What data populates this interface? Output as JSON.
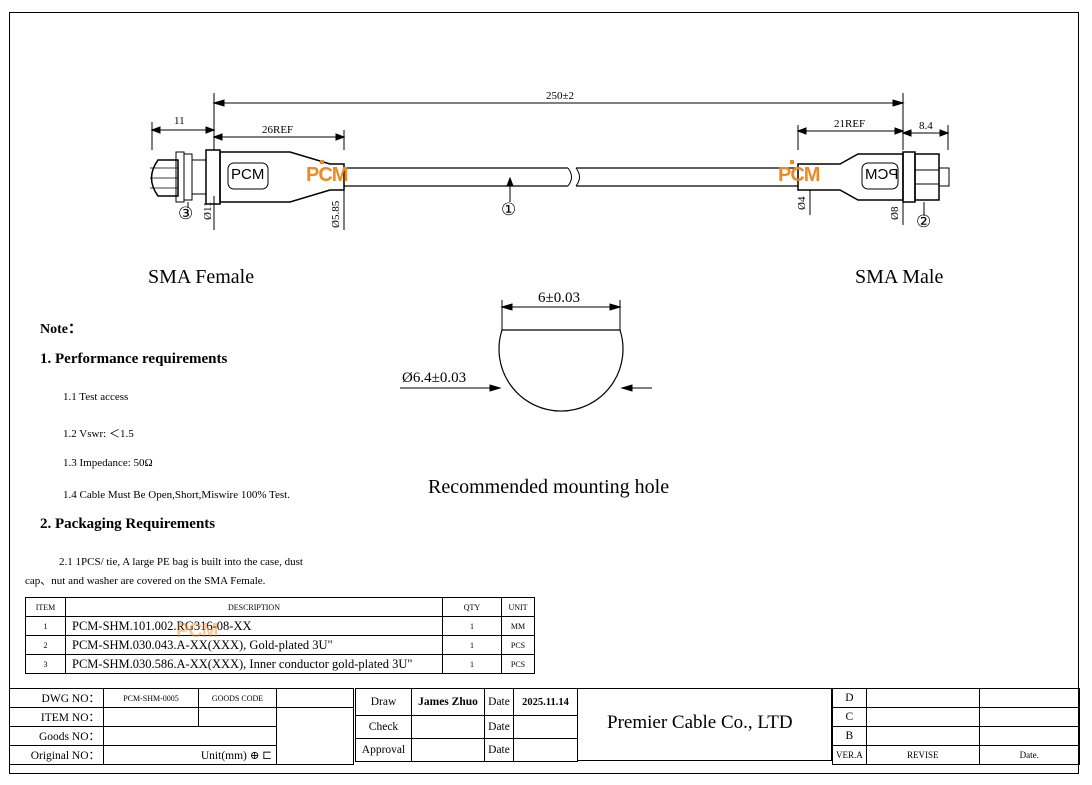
{
  "drawing": {
    "overall_length": "250±2",
    "dim_left_11": "11",
    "dim_26ref": "26REF",
    "dim_21ref": "21REF",
    "dim_8_4": "8.4",
    "dia_11": "Ø11",
    "dia_5_85": "Ø5.85",
    "dia_4": "Ø4",
    "dia_8": "Ø8",
    "balloon_1": "①",
    "balloon_2": "②",
    "balloon_3": "③",
    "connector_body_mark": "PCM",
    "logo_text": "PCM",
    "left_label": "SMA Female",
    "right_label": "SMA Male"
  },
  "hole": {
    "width_dim": "6±0.03",
    "dia_dim": "Ø6.4±0.03",
    "caption": "Recommended mounting hole"
  },
  "notes": {
    "title": "Note：",
    "sec1": "1.    Performance requirements",
    "items1": [
      "1.1 Test access",
      "1.2 Vswr: ＜1.5",
      "1.3 Impedance: 50Ω",
      "1.4 Cable Must Be Open,Short,Miswire 100% Test."
    ],
    "sec2": "2.    Packaging Requirements",
    "pack_line1": "2.1 1PCS/ tie, A large PE bag is built into the case, dust",
    "pack_line2": "cap、nut and washer are covered on the SMA Female."
  },
  "bom": {
    "headers": [
      "ITEM",
      "DESCRIPTION",
      "QTY",
      "UNIT"
    ],
    "rows": [
      {
        "item": "1",
        "desc": "PCM-SHM.101.002.RG316-08-XX",
        "qty": "1",
        "unit": "MM"
      },
      {
        "item": "2",
        "desc": "PCM-SHM.030.043.A-XX(XXX), Gold-plated 3U\"",
        "qty": "1",
        "unit": "PCS"
      },
      {
        "item": "3",
        "desc": "PCM-SHM.030.586.A-XX(XXX), Inner conductor gold-plated 3U\"",
        "qty": "1",
        "unit": "PCS"
      }
    ]
  },
  "title_block": {
    "dwg_no_label": "DWG NO：",
    "dwg_no": "PCM-SHM-0005",
    "goods_code_label": "GOODS CODE",
    "item_no_label": "ITEM NO：",
    "goods_no_label": "Goods NO：",
    "original_no_label": "Original NO：",
    "unit_label": "Unit(mm)",
    "draw_label": "Draw",
    "drawer": "James Zhuo",
    "date_label": "Date",
    "draw_date": "2025.11.14",
    "check_label": "Check",
    "approval_label": "Approval",
    "company": "Premier Cable Co., LTD",
    "rev_d": "D",
    "rev_c": "C",
    "rev_b": "B",
    "ver_label": "VER.A",
    "revise_label": "REVISE",
    "date2_label": "Date."
  },
  "colors": {
    "logo": "#ef8a21"
  }
}
